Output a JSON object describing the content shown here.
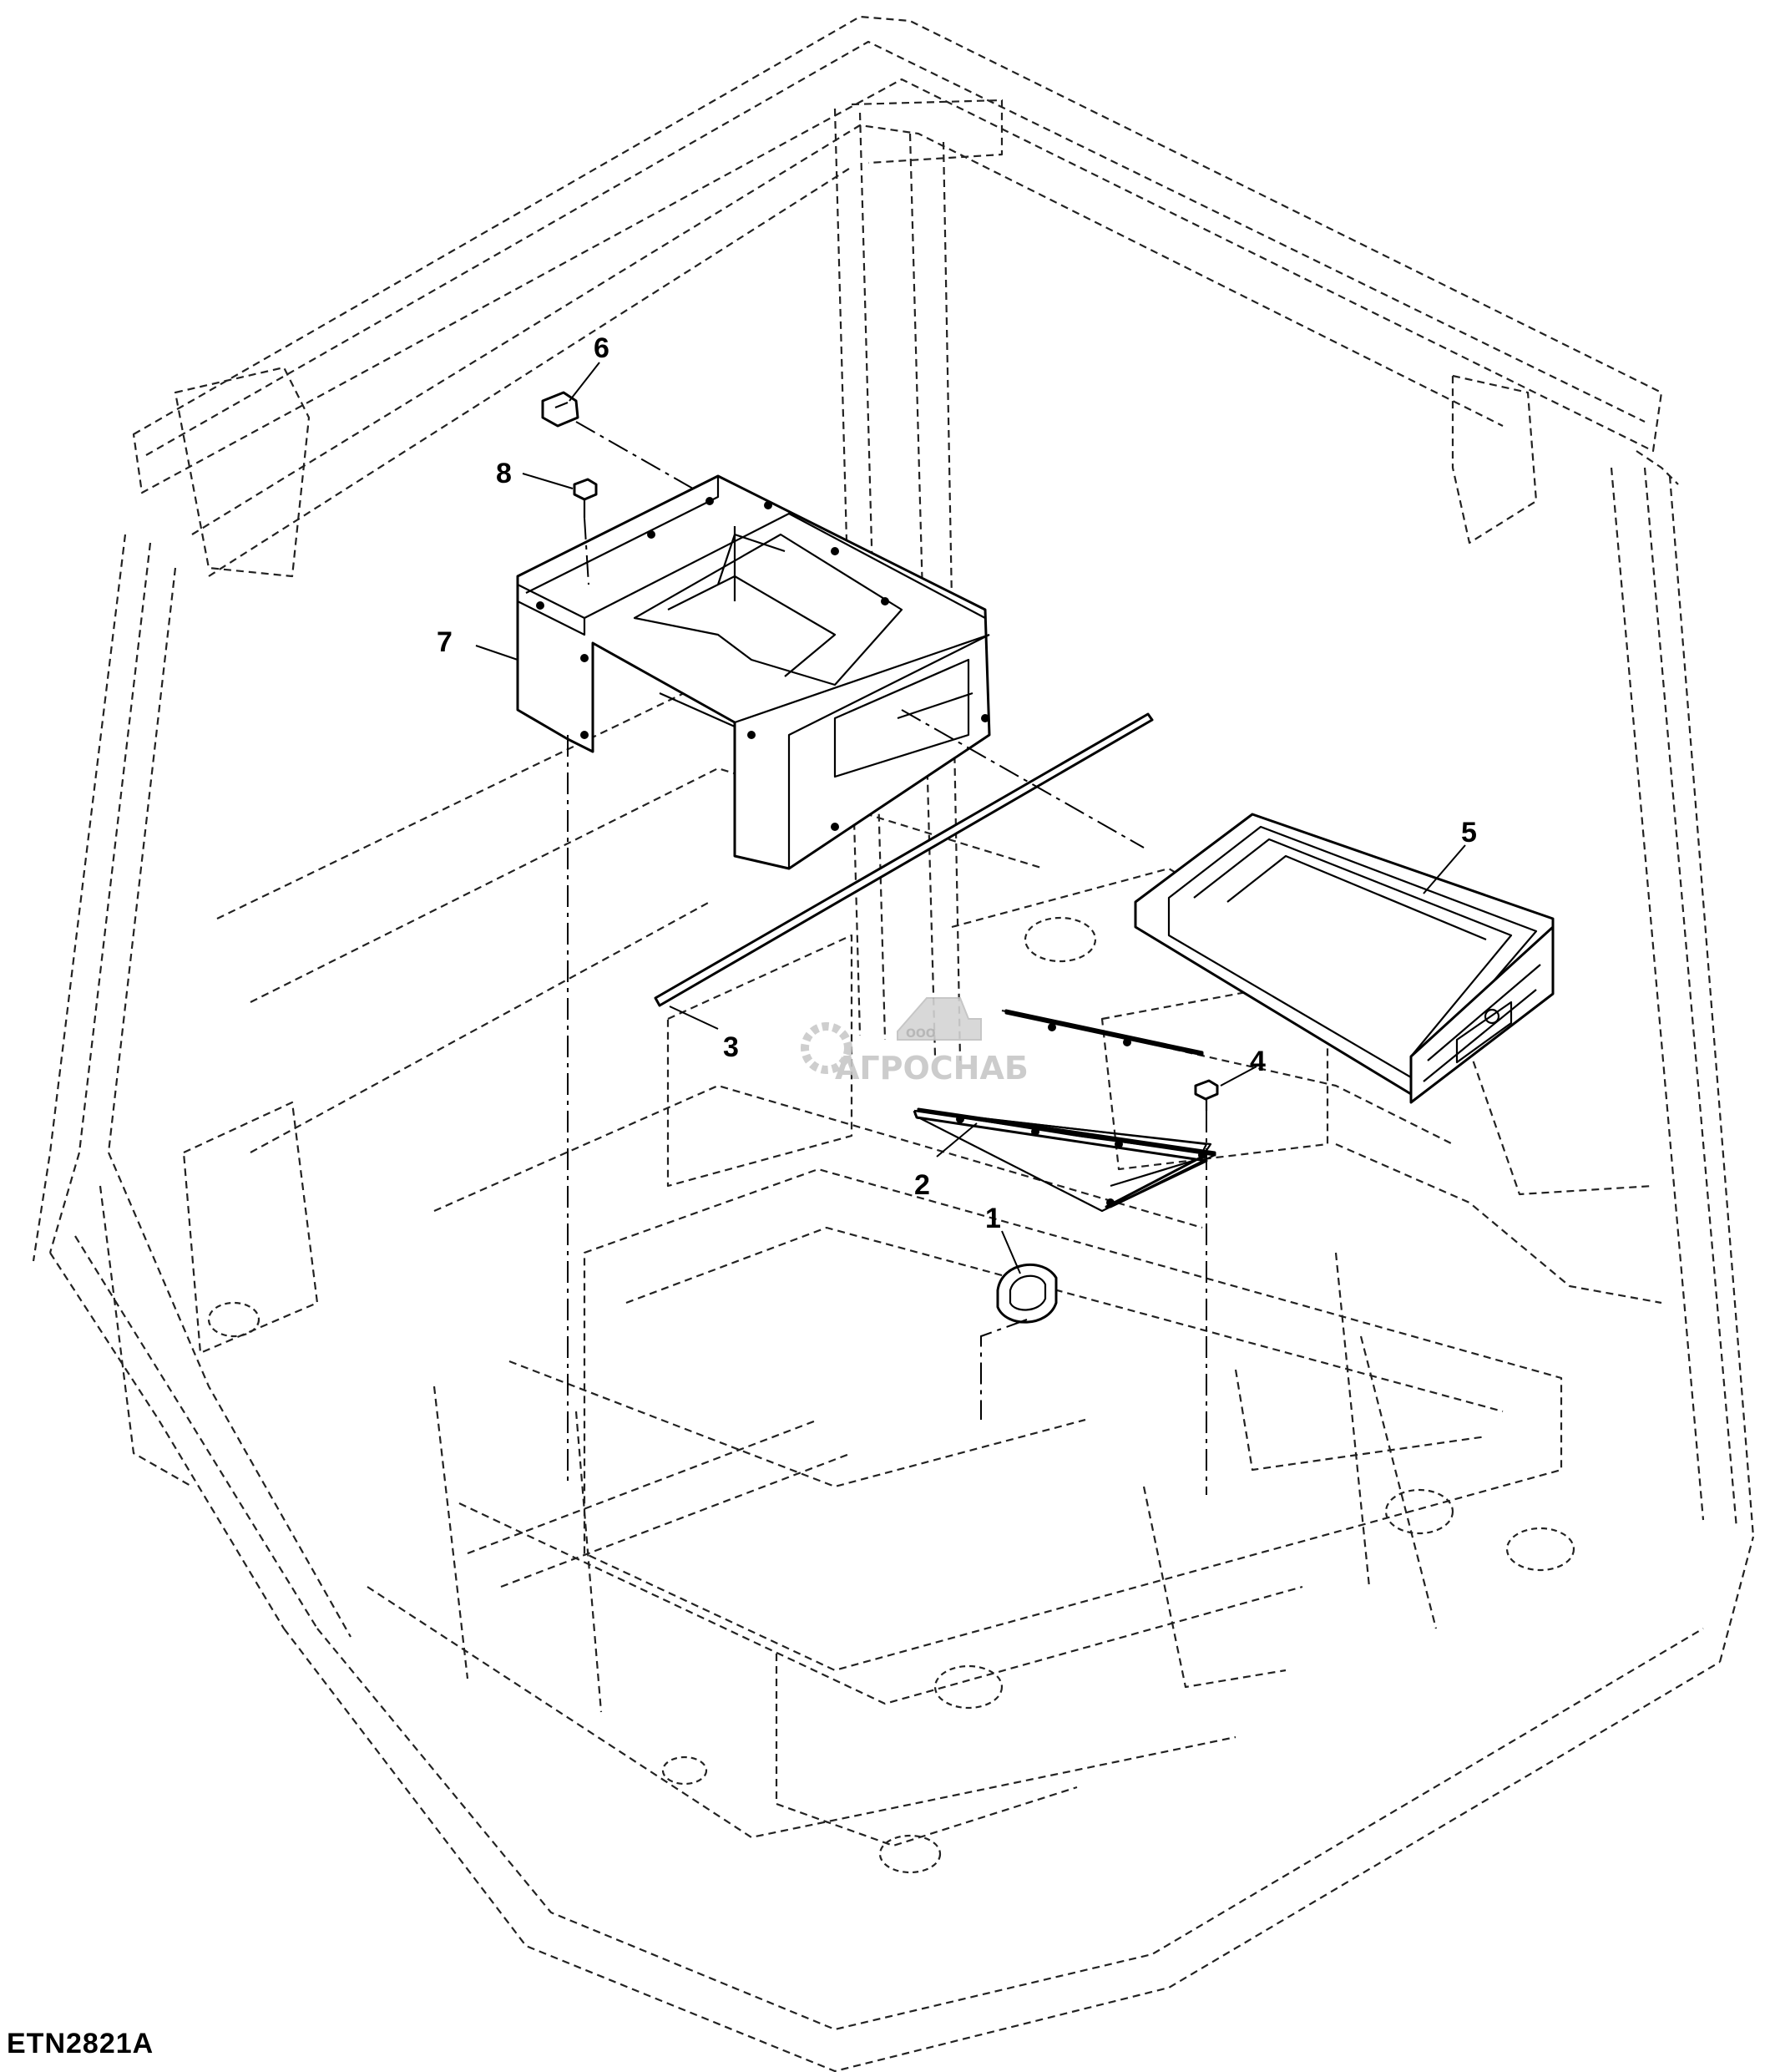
{
  "figure_id": "ETN2821A",
  "watermark": {
    "text": "АГРОСНАБ",
    "prefix": "ООО"
  },
  "callouts": [
    "1",
    "2",
    "3",
    "4",
    "5",
    "6",
    "7",
    "8"
  ]
}
